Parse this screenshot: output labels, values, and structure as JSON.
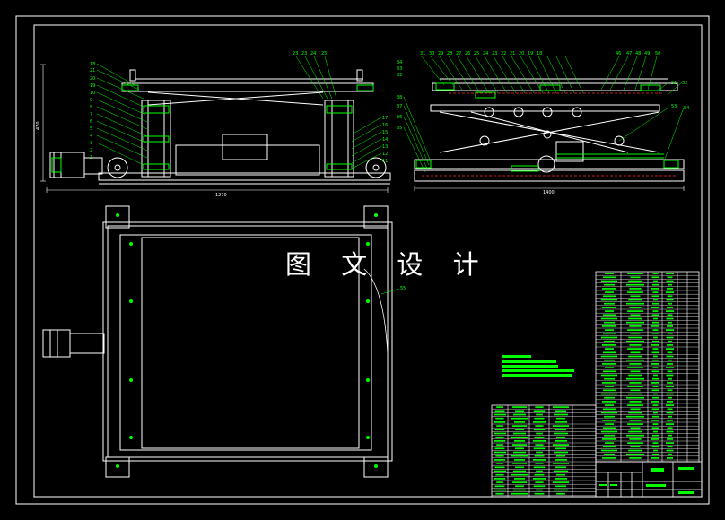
{
  "watermark": "图 文 设 计",
  "views": {
    "front_view": {
      "width_dim": "1270",
      "height_dim": "470"
    },
    "side_view": {
      "width_dim": "1400"
    }
  },
  "balloons": {
    "front_left": [
      "18",
      "21",
      "20",
      "19",
      "10",
      "9",
      "8",
      "7",
      "6",
      "5",
      "4",
      "3",
      "2",
      "1"
    ],
    "front_top": [
      "23",
      "23",
      "24",
      "25"
    ],
    "front_right": [
      "17",
      "16",
      "15",
      "14",
      "13",
      "12",
      "11"
    ],
    "side_top": [
      "34",
      "33",
      "32",
      "31",
      "30",
      "29",
      "28",
      "27",
      "26",
      "25",
      "24",
      "23",
      "22",
      "21",
      "20",
      "19",
      "18",
      "46",
      "47",
      "48",
      "49",
      "50"
    ],
    "side_left": [
      "38",
      "37",
      "36",
      "35"
    ],
    "side_right": [
      "51",
      "52",
      "53",
      "54"
    ],
    "plan_view": [
      "55"
    ]
  },
  "colors": {
    "background": "#000000",
    "outline": "#ffffff",
    "annotation": "#00ff00",
    "hidden_line": "#ff3030",
    "watermark": "#ffffff"
  }
}
